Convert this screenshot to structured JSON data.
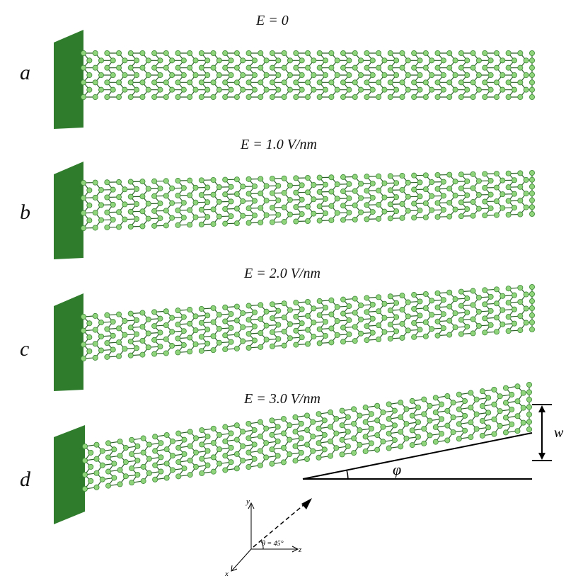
{
  "panels": [
    {
      "letter": "a",
      "field": "E  =  0"
    },
    {
      "letter": "b",
      "field": "E  = 1.0 V/nm"
    },
    {
      "letter": "c",
      "field": "E  = 2.0 V/nm"
    },
    {
      "letter": "d",
      "field": "E  = 3.0 V/nm"
    }
  ],
  "annotations": {
    "deflection": "w",
    "angle": "φ",
    "axis_x": "x",
    "axis_y": "y",
    "axis_z": "z",
    "theta": "θ = 45°"
  },
  "colors": {
    "plate": "#2f7d2c",
    "atom": "#8fd47a",
    "atom_edge": "#3e8a38",
    "bond": "#2b5e28"
  }
}
